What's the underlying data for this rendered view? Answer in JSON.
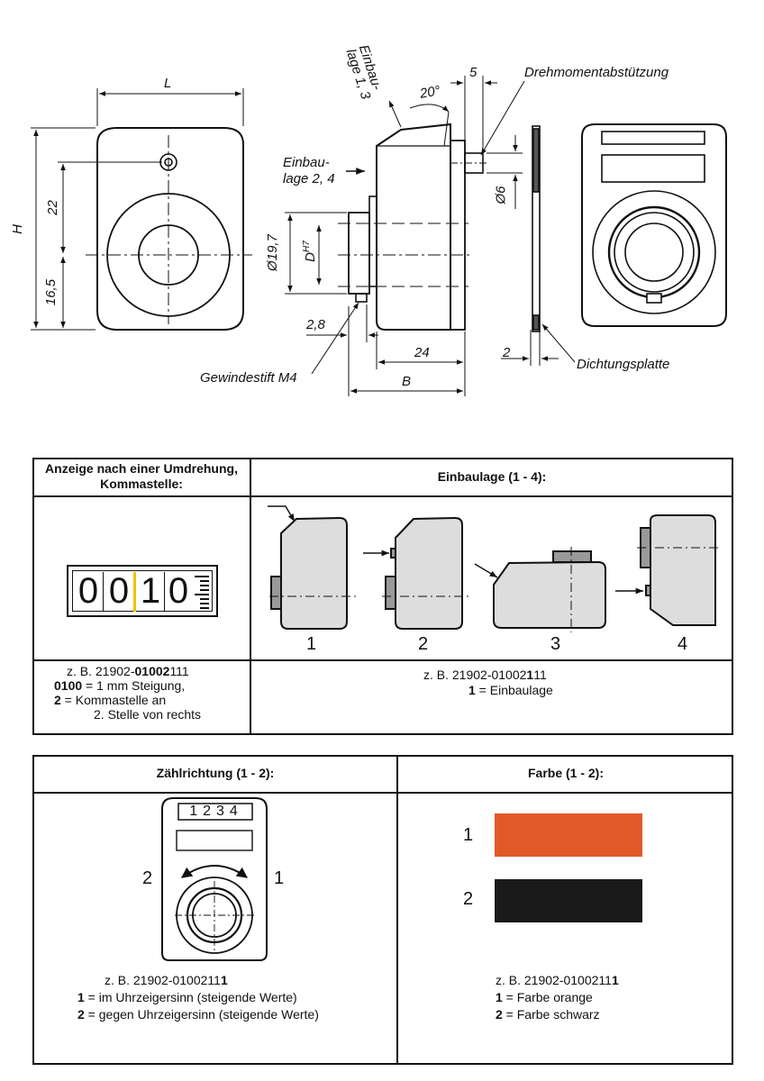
{
  "drawing": {
    "dim_L": "L",
    "dim_H": "H",
    "dim_22": "22",
    "dim_16_5": "16,5",
    "label_einbaulage_13": "Einbau-\nlage 1, 3",
    "label_einbaulage_24": "Einbau-\nlage 2, 4",
    "angle_20": "20°",
    "dim_5": "5",
    "label_drehmoment": "Drehmomentabstützung",
    "dim_phi6": "Ø6",
    "dim_phi19_7": "Ø19,7",
    "dim_D": "D",
    "dim_D_tol": "H7",
    "dim_2_8": "2,8",
    "dim_24": "24",
    "dim_B": "B",
    "dim_2": "2",
    "label_gewindestift": "Gewindestift M4",
    "label_dichtungsplatte": "Dichtungsplatte"
  },
  "table1": {
    "header_left": "Anzeige nach einer Umdrehung, Kommastelle:",
    "header_right": "Einbaulage (1 - 4):",
    "counter_digits": [
      "0",
      "0",
      "1",
      "0"
    ],
    "positions": [
      "1",
      "2",
      "3",
      "4"
    ],
    "left_note_line1_prefix": "z. B. 21902-",
    "left_note_line1_bold": "01002",
    "left_note_line1_suffix": "111",
    "left_note_line2_bold": "0100",
    "left_note_line2_rest": " = 1 mm Steigung,",
    "left_note_line3_bold": "2",
    "left_note_line3_rest": " = Kommastelle an",
    "left_note_line4": "2. Stelle von rechts",
    "right_note_line1_prefix": "z. B. 21902-01002",
    "right_note_line1_bold": "1",
    "right_note_line1_suffix": "11",
    "right_note_line2_bold": "1",
    "right_note_line2_rest": " = Einbaulage"
  },
  "table2": {
    "header_left": "Zählrichtung (1 - 2):",
    "header_right": "Farbe (1 - 2):",
    "counter_text": "1234",
    "dir_left": "2",
    "dir_right": "1",
    "left_note_line1_prefix": "z. B.  21902-0100211",
    "left_note_line1_bold": "1",
    "left_note_line2_bold": "1",
    "left_note_line2_rest": " = im Uhrzeigersinn (steigende Werte)",
    "left_note_line3_bold": "2",
    "left_note_line3_rest": " = gegen Uhrzeigersinn (steigende Werte)",
    "color_labels": [
      "1",
      "2"
    ],
    "color_values": [
      "#e05a28",
      "#1a1a1a"
    ],
    "right_note_line1_prefix": "z. B. 21902-0100211",
    "right_note_line1_bold": "1",
    "right_note_line2_bold": "1",
    "right_note_line2_rest": " = Farbe orange",
    "right_note_line3_bold": "2",
    "right_note_line3_rest": " = Farbe schwarz"
  }
}
